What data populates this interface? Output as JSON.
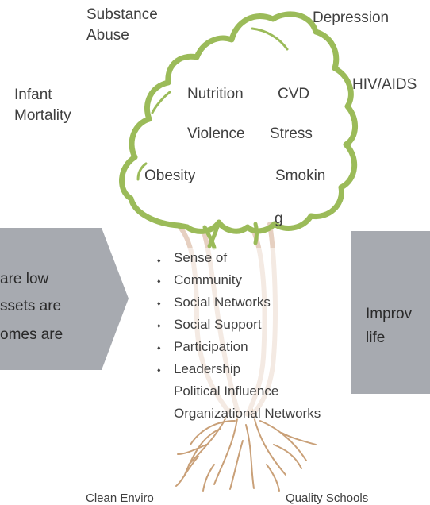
{
  "outer_labels": {
    "substance_abuse": "Substance\nAbuse",
    "depression": "Depression",
    "infant_mortality": "Infant\nMortality",
    "hiv_aids": "HIV/AIDS"
  },
  "canopy_labels": {
    "nutrition": "Nutrition",
    "cvd": "CVD",
    "violence": "Violence",
    "stress": "Stress",
    "obesity": "Obesity",
    "smokin": "Smokin",
    "g": "g"
  },
  "left_arrow": {
    "lines": [
      "are low",
      "ssets are",
      "omes are"
    ],
    "color": "#a7aab0"
  },
  "right_arrow": {
    "lines": [
      "Improv",
      "life"
    ],
    "color": "#a7aab0"
  },
  "trunk_items": [
    "Sense of",
    "Community",
    "Social Networks",
    "Social Support",
    "Participation",
    "Leadership",
    "Political  Influence",
    "Organizational Networks"
  ],
  "bottom_labels": {
    "left": "Clean Enviro",
    "right": "Quality Schools"
  },
  "colors": {
    "canopy_outline": "#9bbb59",
    "trunk": "#e6d0c1",
    "roots": "#c9a078"
  }
}
